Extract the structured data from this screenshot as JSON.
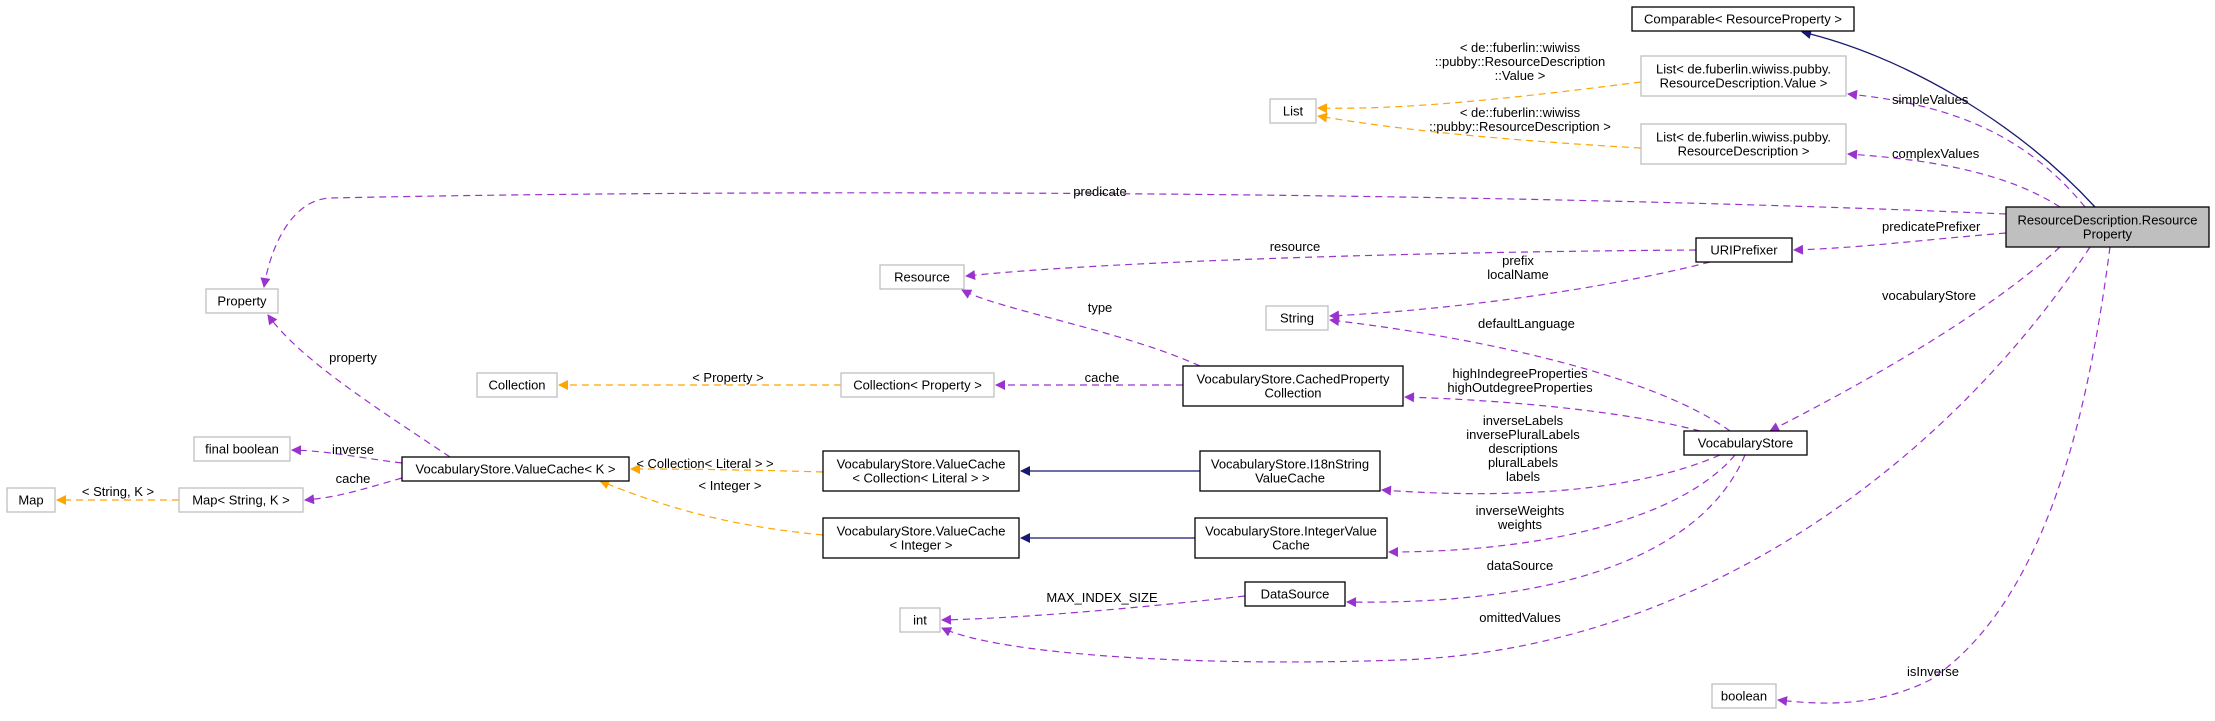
{
  "colors": {
    "usage_edge": "#9a32cd",
    "template_edge": "#ffa500",
    "inheritance_edge": "#191970",
    "focus_node_fill": "#bfbfbf",
    "external_node_border": "#bfbfbf"
  },
  "nodes": {
    "comparable": [
      "Comparable< ResourceProperty >"
    ],
    "list_value": [
      "List< de.fuberlin.wiwiss.pubby.",
      "ResourceDescription.Value >"
    ],
    "list_rd": [
      "List< de.fuberlin.wiwiss.pubby.",
      "ResourceDescription >"
    ],
    "list": [
      "List"
    ],
    "resource_property": [
      "ResourceDescription.Resource",
      "Property"
    ],
    "uri_prefixer": [
      "URIPrefixer"
    ],
    "resource": [
      "Resource"
    ],
    "property": [
      "Property"
    ],
    "string": [
      "String"
    ],
    "collection": [
      "Collection"
    ],
    "collection_property": [
      "Collection< Property >"
    ],
    "cached_property_collection": [
      "VocabularyStore.CachedProperty",
      "Collection"
    ],
    "vocabulary_store": [
      "VocabularyStore"
    ],
    "final_boolean": [
      "final boolean"
    ],
    "value_cache_k": [
      "VocabularyStore.ValueCache< K >"
    ],
    "value_cache_coll": [
      "VocabularyStore.ValueCache",
      "< Collection< Literal > >"
    ],
    "i18n_cache": [
      "VocabularyStore.I18nString",
      "ValueCache"
    ],
    "map": [
      "Map"
    ],
    "map_string_k": [
      "Map< String, K >"
    ],
    "value_cache_int": [
      "VocabularyStore.ValueCache",
      "< Integer >"
    ],
    "integer_cache": [
      "VocabularyStore.IntegerValue",
      "Cache"
    ],
    "data_source": [
      "DataSource"
    ],
    "int": [
      "int"
    ],
    "boolean": [
      "boolean"
    ]
  },
  "edge_labels": {
    "value_tmpl": [
      "< de::fuberlin::wiwiss",
      "::pubby::ResourceDescription",
      "::Value >"
    ],
    "rd_tmpl": [
      "< de::fuberlin::wiwiss",
      "::pubby::ResourceDescription >"
    ],
    "simple_values": [
      "simpleValues"
    ],
    "complex_values": [
      "complexValues"
    ],
    "predicate": [
      "predicate"
    ],
    "predicate_prefixer": [
      "predicatePrefixer"
    ],
    "resource": [
      "resource"
    ],
    "prefix_localname": [
      "prefix",
      "localName"
    ],
    "type": [
      "type"
    ],
    "vocabulary_store": [
      "vocabularyStore"
    ],
    "default_language": [
      "defaultLanguage"
    ],
    "property": [
      "property"
    ],
    "property_tmpl": [
      "< Property >"
    ],
    "cache_coll": [
      "cache"
    ],
    "degree_props": [
      "highIndegreeProperties",
      "highOutdegreeProperties"
    ],
    "inverse": [
      "inverse"
    ],
    "literal_tmpl": [
      "< Collection< Literal > >"
    ],
    "labels": [
      "inverseLabels",
      "inversePluralLabels",
      "descriptions",
      "pluralLabels",
      "labels"
    ],
    "cache_map": [
      "cache"
    ],
    "map_tmpl": [
      "< String, K >"
    ],
    "integer_tmpl": [
      "< Integer >"
    ],
    "weights": [
      "inverseWeights",
      "weights"
    ],
    "data_source": [
      "dataSource"
    ],
    "max_index": [
      "MAX_INDEX_SIZE"
    ],
    "omitted_values": [
      "omittedValues"
    ],
    "is_inverse": [
      "isInverse"
    ]
  }
}
